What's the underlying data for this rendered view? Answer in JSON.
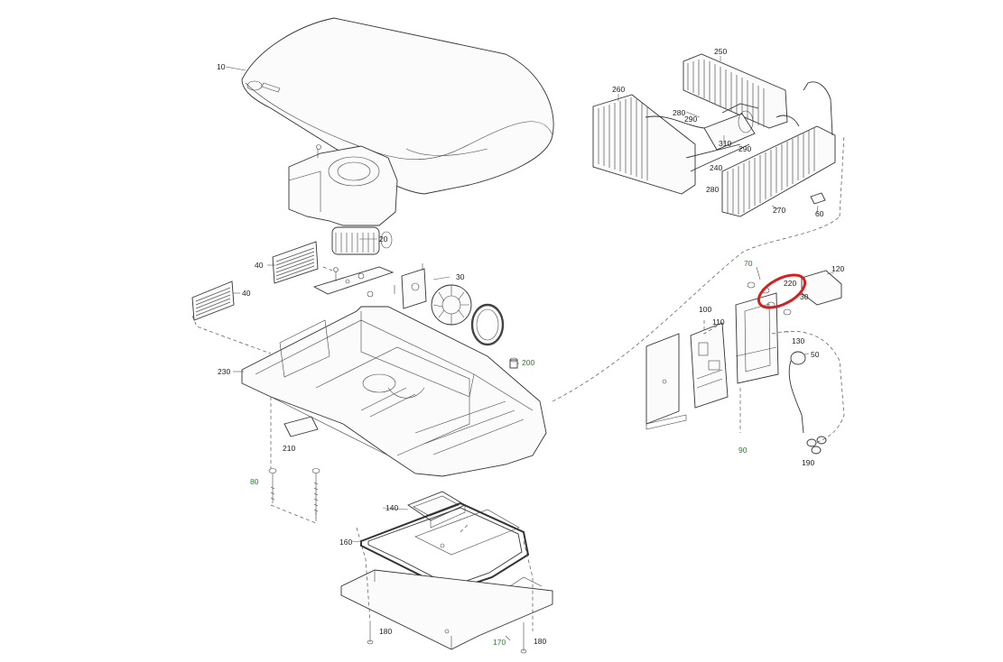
{
  "callouts": {
    "c10": "10",
    "c20": "20",
    "c30a": "30",
    "c30b": "30",
    "c40a": "40",
    "c40b": "40",
    "c50": "50",
    "c60": "60",
    "c70": "70",
    "c80": "80",
    "c90": "90",
    "c100": "100",
    "c110": "110",
    "c120": "120",
    "c130": "130",
    "c140": "140",
    "c160": "160",
    "c170": "170",
    "c180a": "180",
    "c180b": "180",
    "c190": "190",
    "c200": "200",
    "c210": "210",
    "c220": "220",
    "c230": "230",
    "c240": "240",
    "c250": "250",
    "c260": "260",
    "c270": "270",
    "c280a": "280",
    "c280b": "280",
    "c290a": "290",
    "c290b": "290",
    "c310": "310"
  },
  "colors": {
    "highlight_ring": "#d42020",
    "green_callout": "#2f7a2f",
    "line": "#333333"
  },
  "highlight": {
    "target_callout": "220",
    "icon": "red-ellipse-highlight-icon"
  }
}
